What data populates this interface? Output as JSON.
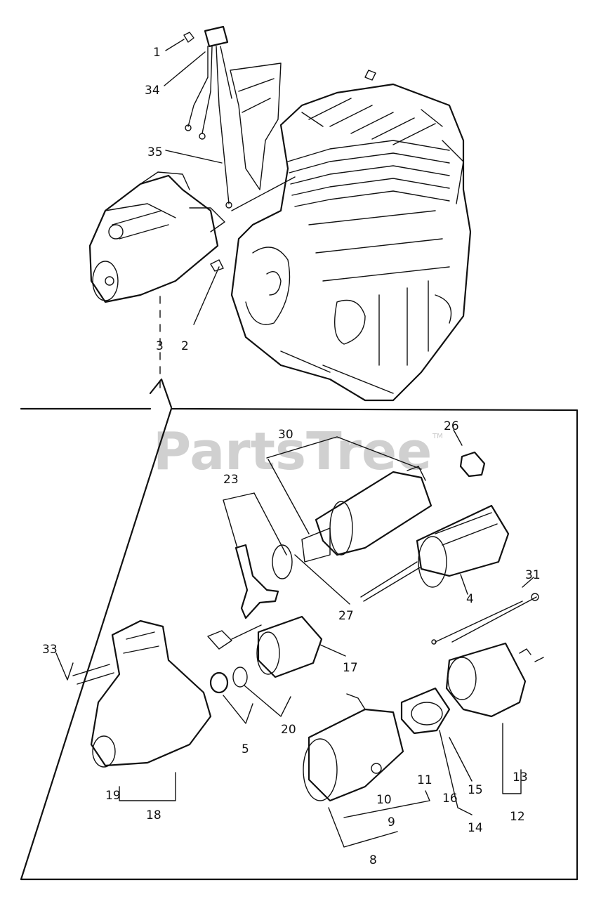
{
  "watermark": {
    "text": "PartsTree",
    "tm": "TM"
  },
  "callouts": {
    "c1": "1",
    "c34": "34",
    "c35": "35",
    "c2": "2",
    "c3": "3",
    "c26": "26",
    "c30": "30",
    "c23": "23",
    "c4": "4",
    "c31": "31",
    "c27": "27",
    "c17": "17",
    "c33": "33",
    "c20": "20",
    "c5": "5",
    "c19": "19",
    "c18": "18",
    "c11": "11",
    "c10": "10",
    "c9": "9",
    "c8": "8",
    "c16": "16",
    "c15": "15",
    "c14": "14",
    "c13": "13",
    "c12": "12"
  }
}
